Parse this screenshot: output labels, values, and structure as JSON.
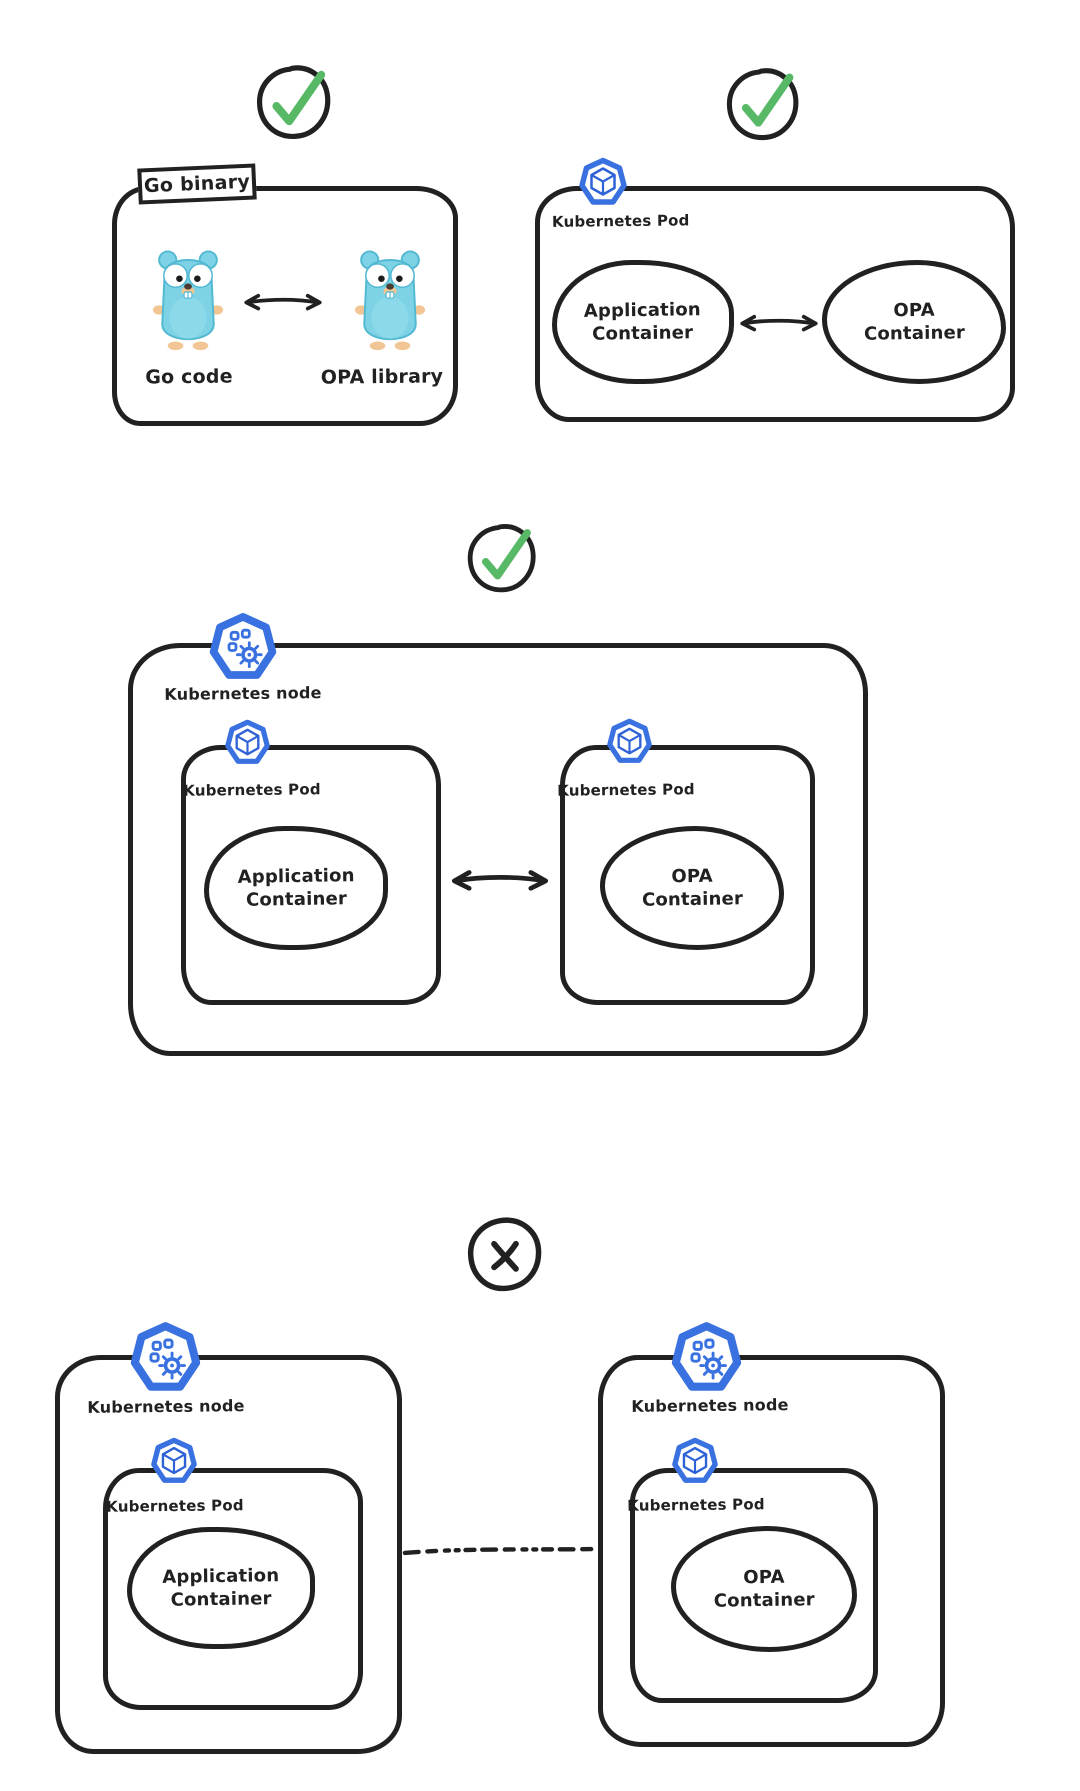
{
  "colors": {
    "background": "#ffffff",
    "ink": "#212121",
    "check_green": "#57b865",
    "kubernetes_blue": "#3a71e0",
    "kubernetes_blue_dark": "#2e62d6",
    "gopher_body": "#7dd2e5",
    "gopher_edge": "#52b9d2",
    "gopher_tan": "#f2c694"
  },
  "panels": {
    "go_binary": {
      "verdict": "allowed",
      "tab_label": "Go binary",
      "left_item_label": "Go code",
      "right_item_label": "OPA library"
    },
    "sidecar_pod": {
      "verdict": "allowed",
      "pod_label": "Kubernetes Pod",
      "left_container_label": "Application Container",
      "right_container_label": "OPA Container"
    },
    "same_node": {
      "verdict": "allowed",
      "node_label": "Kubernetes node",
      "left_pod_label": "Kubernetes Pod",
      "right_pod_label": "Kubernetes Pod",
      "left_container_label": "Application Container",
      "right_container_label": "OPA Container"
    },
    "separate_nodes": {
      "verdict": "not-allowed",
      "left_node_label": "Kubernetes node",
      "right_node_label": "Kubernetes node",
      "left_pod_label": "Kubernetes Pod",
      "right_pod_label": "Kubernetes Pod",
      "left_container_label": "Application Container",
      "right_container_label": "OPA Container"
    }
  }
}
